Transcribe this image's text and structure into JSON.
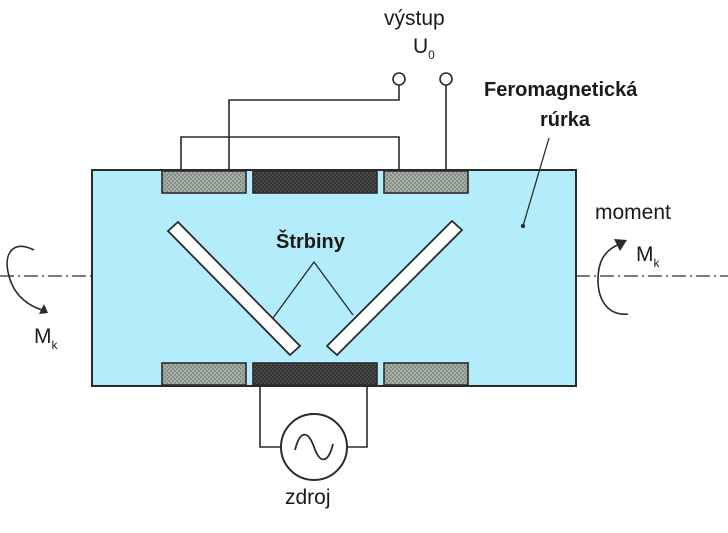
{
  "labels": {
    "output": "výstup",
    "output_voltage": "U",
    "output_voltage_sub": "0",
    "tube": "Feromagnetická",
    "tube_line2": "rúrka",
    "slits": "Štrbiny",
    "moment": "moment",
    "moment_symbol": "M",
    "moment_symbol_sub": "k",
    "source": "zdroj"
  },
  "colors": {
    "tube_fill": "#b3ecfa",
    "line": "#2a2a2a",
    "coil_light": "#9aa59a",
    "coil_dark": "#3d3d3d",
    "background": "#ffffff"
  },
  "icons": [
    "ac-source-icon",
    "rotation-arrow-icon"
  ]
}
